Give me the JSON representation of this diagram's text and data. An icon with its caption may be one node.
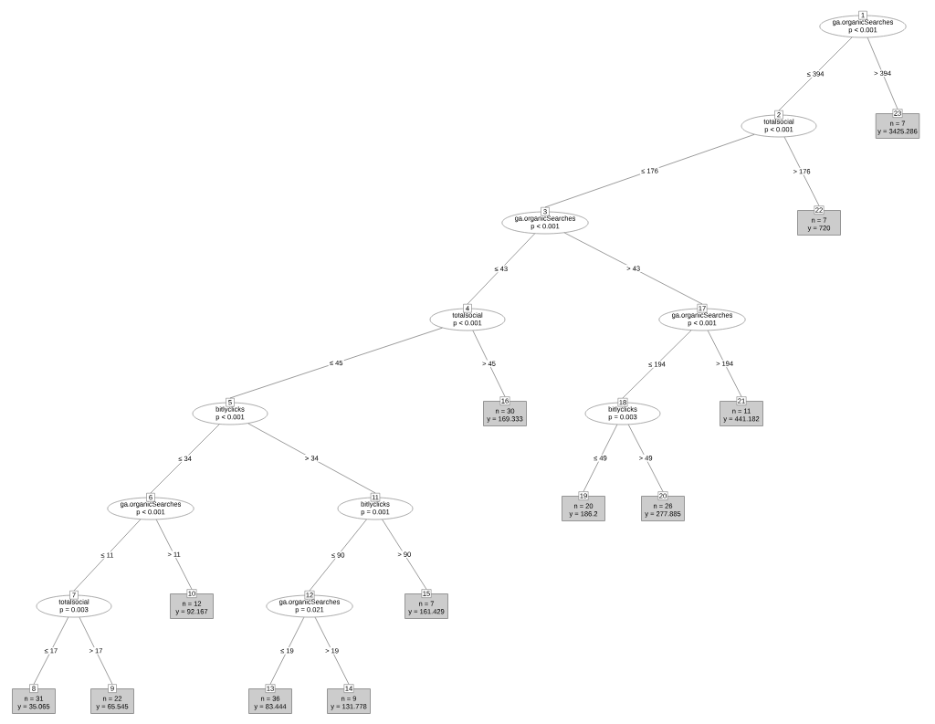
{
  "diagram": {
    "nodes": [
      {
        "text": [
          "1",
          "ga.organicSearches",
          "p < 0.001"
        ]
      },
      {
        "text": [
          "2",
          "totalsocial",
          "p < 0.001"
        ]
      },
      {
        "text": [
          "3",
          "ga.organicSearches",
          "p < 0.001"
        ]
      },
      {
        "text": [
          "4",
          "totalsocial",
          "p < 0.001"
        ]
      },
      {
        "text": [
          "5",
          "bitlyclicks",
          "p < 0.001"
        ]
      },
      {
        "text": [
          "6",
          "ga.organicSearches",
          "p < 0.001"
        ]
      },
      {
        "text": [
          "7",
          "totalsocial",
          "p = 0.003"
        ]
      },
      {
        "text": [
          "8",
          "n = 31",
          "y = 35.065"
        ]
      },
      {
        "text": [
          "9",
          "n = 22",
          "y = 65.545"
        ]
      },
      {
        "text": [
          "10",
          "n = 12",
          "y = 92.167"
        ]
      },
      {
        "text": [
          "11",
          "bitlyclicks",
          "p = 0.001"
        ]
      },
      {
        "text": [
          "12",
          "ga.organicSearches",
          "p = 0.021"
        ]
      },
      {
        "text": [
          "13",
          "n = 36",
          "y = 83.444"
        ]
      },
      {
        "text": [
          "14",
          "n = 9",
          "y = 131.778"
        ]
      },
      {
        "text": [
          "15",
          "n = 7",
          "y = 161.429"
        ]
      },
      {
        "text": [
          "16",
          "n = 30",
          "y = 169.333"
        ]
      },
      {
        "text": [
          "17",
          "ga.organicSearches",
          "p < 0.001"
        ]
      },
      {
        "text": [
          "18",
          "bitlyclicks",
          "p = 0.003"
        ]
      },
      {
        "text": [
          "19",
          "n = 20",
          "y = 186.2"
        ]
      },
      {
        "text": [
          "20",
          "n = 26",
          "y = 277.885"
        ]
      },
      {
        "text": [
          "21",
          "n = 11",
          "y = 441.182"
        ]
      },
      {
        "text": [
          "22",
          "n = 7",
          "y = 720"
        ]
      },
      {
        "text": [
          "23",
          "n = 7",
          "y = 3425.286"
        ]
      }
    ],
    "edges": [
      {
        "from": 0,
        "to": 1,
        "arrow": "none",
        "label": "≤ 394"
      },
      {
        "from": 0,
        "to": 22,
        "arrow": "none",
        "label": "> 394"
      },
      {
        "from": 1,
        "to": 2,
        "arrow": "none",
        "label": "≤ 176"
      },
      {
        "from": 1,
        "to": 21,
        "arrow": "none",
        "label": "> 176"
      },
      {
        "from": 2,
        "to": 3,
        "arrow": "none",
        "label": "≤ 43"
      },
      {
        "from": 2,
        "to": 16,
        "arrow": "none",
        "label": "> 43"
      },
      {
        "from": 3,
        "to": 4,
        "arrow": "none",
        "label": "≤ 45"
      },
      {
        "from": 3,
        "to": 15,
        "arrow": "none",
        "label": "> 45"
      },
      {
        "from": 4,
        "to": 5,
        "arrow": "none",
        "label": "≤ 34"
      },
      {
        "from": 4,
        "to": 10,
        "arrow": "none",
        "label": "> 34"
      },
      {
        "from": 5,
        "to": 6,
        "arrow": "none",
        "label": "≤ 11"
      },
      {
        "from": 5,
        "to": 9,
        "arrow": "none",
        "label": "> 11"
      },
      {
        "from": 6,
        "to": 7,
        "arrow": "none",
        "label": "≤ 17"
      },
      {
        "from": 6,
        "to": 8,
        "arrow": "none",
        "label": "> 17"
      },
      {
        "from": 10,
        "to": 11,
        "arrow": "none",
        "label": "≤ 90"
      },
      {
        "from": 10,
        "to": 14,
        "arrow": "none",
        "label": "> 90"
      },
      {
        "from": 11,
        "to": 12,
        "arrow": "none",
        "label": "≤ 19"
      },
      {
        "from": 11,
        "to": 13,
        "arrow": "none",
        "label": "> 19"
      },
      {
        "from": 16,
        "to": 17,
        "arrow": "none",
        "label": "≤ 194"
      },
      {
        "from": 16,
        "to": 20,
        "arrow": "none",
        "label": "> 194"
      },
      {
        "from": 17,
        "to": 18,
        "arrow": "none",
        "label": "≤ 49"
      },
      {
        "from": 17,
        "to": 19,
        "arrow": "none",
        "label": "> 49"
      }
    ]
  }
}
